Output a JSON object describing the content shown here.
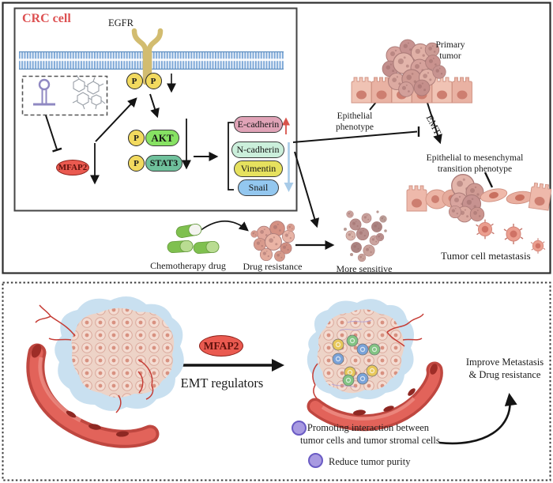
{
  "colors": {
    "crc_title": "#dd5152",
    "membrane": "#7aa6d6",
    "egfr_receptor": "#d2bc70",
    "phospho_badge": "#f2da5f",
    "akt_fill": "#87e263",
    "stat3_fill": "#6fc19c",
    "e_cadherin_fill": "#e0a3b7",
    "n_cadherin_fill": "#cbefdb",
    "vimentin_fill": "#e6e15e",
    "snail_fill": "#93c7ef",
    "mfap2_fill": "#ea5a50",
    "up_arrow_red": "#d9534a",
    "down_arrow_blue": "#a8cbe8",
    "bullet_purple": "#a89ae1",
    "pill_green": "#7fc04f",
    "vessel_red": "#c0453e"
  },
  "crc_box": {
    "title": "CRC cell",
    "receptor_label": "EGFR",
    "phospho_label": "P",
    "kinase1": "AKT",
    "kinase2": "STAT3",
    "gene": "MFAP2",
    "markers": [
      {
        "label": "E-cadherin",
        "trend": "up"
      },
      {
        "label": "N-cadherin",
        "trend": "down"
      },
      {
        "label": "Vimentin",
        "trend": "down"
      },
      {
        "label": "Snail",
        "trend": "down"
      }
    ]
  },
  "tumor_scene": {
    "primary_tumor_label": "Primary tumor",
    "epithelial_phenotype_label": "Epithelial phenotype",
    "emt_label": "EMT",
    "emt_phenotype_label": "Epithelial to mesenchymal transition phenotype",
    "metastasis_label": "Tumor cell metastasis"
  },
  "chemo_row": {
    "drug_label": "Chemotherapy drug",
    "resistance_label": "Drug resistance",
    "sensitive_label": "More sensitive"
  },
  "bottom_panel": {
    "gene": "MFAP2",
    "process_label": "EMT regulators",
    "outcome_lines": [
      "Improve Metastasis",
      "& Drug resistance"
    ],
    "legend": [
      {
        "lines": [
          "Promoting interaction between",
          "tumor cells and tumor stromal cells"
        ]
      },
      {
        "lines": [
          "Reduce tumor purity"
        ]
      }
    ]
  }
}
